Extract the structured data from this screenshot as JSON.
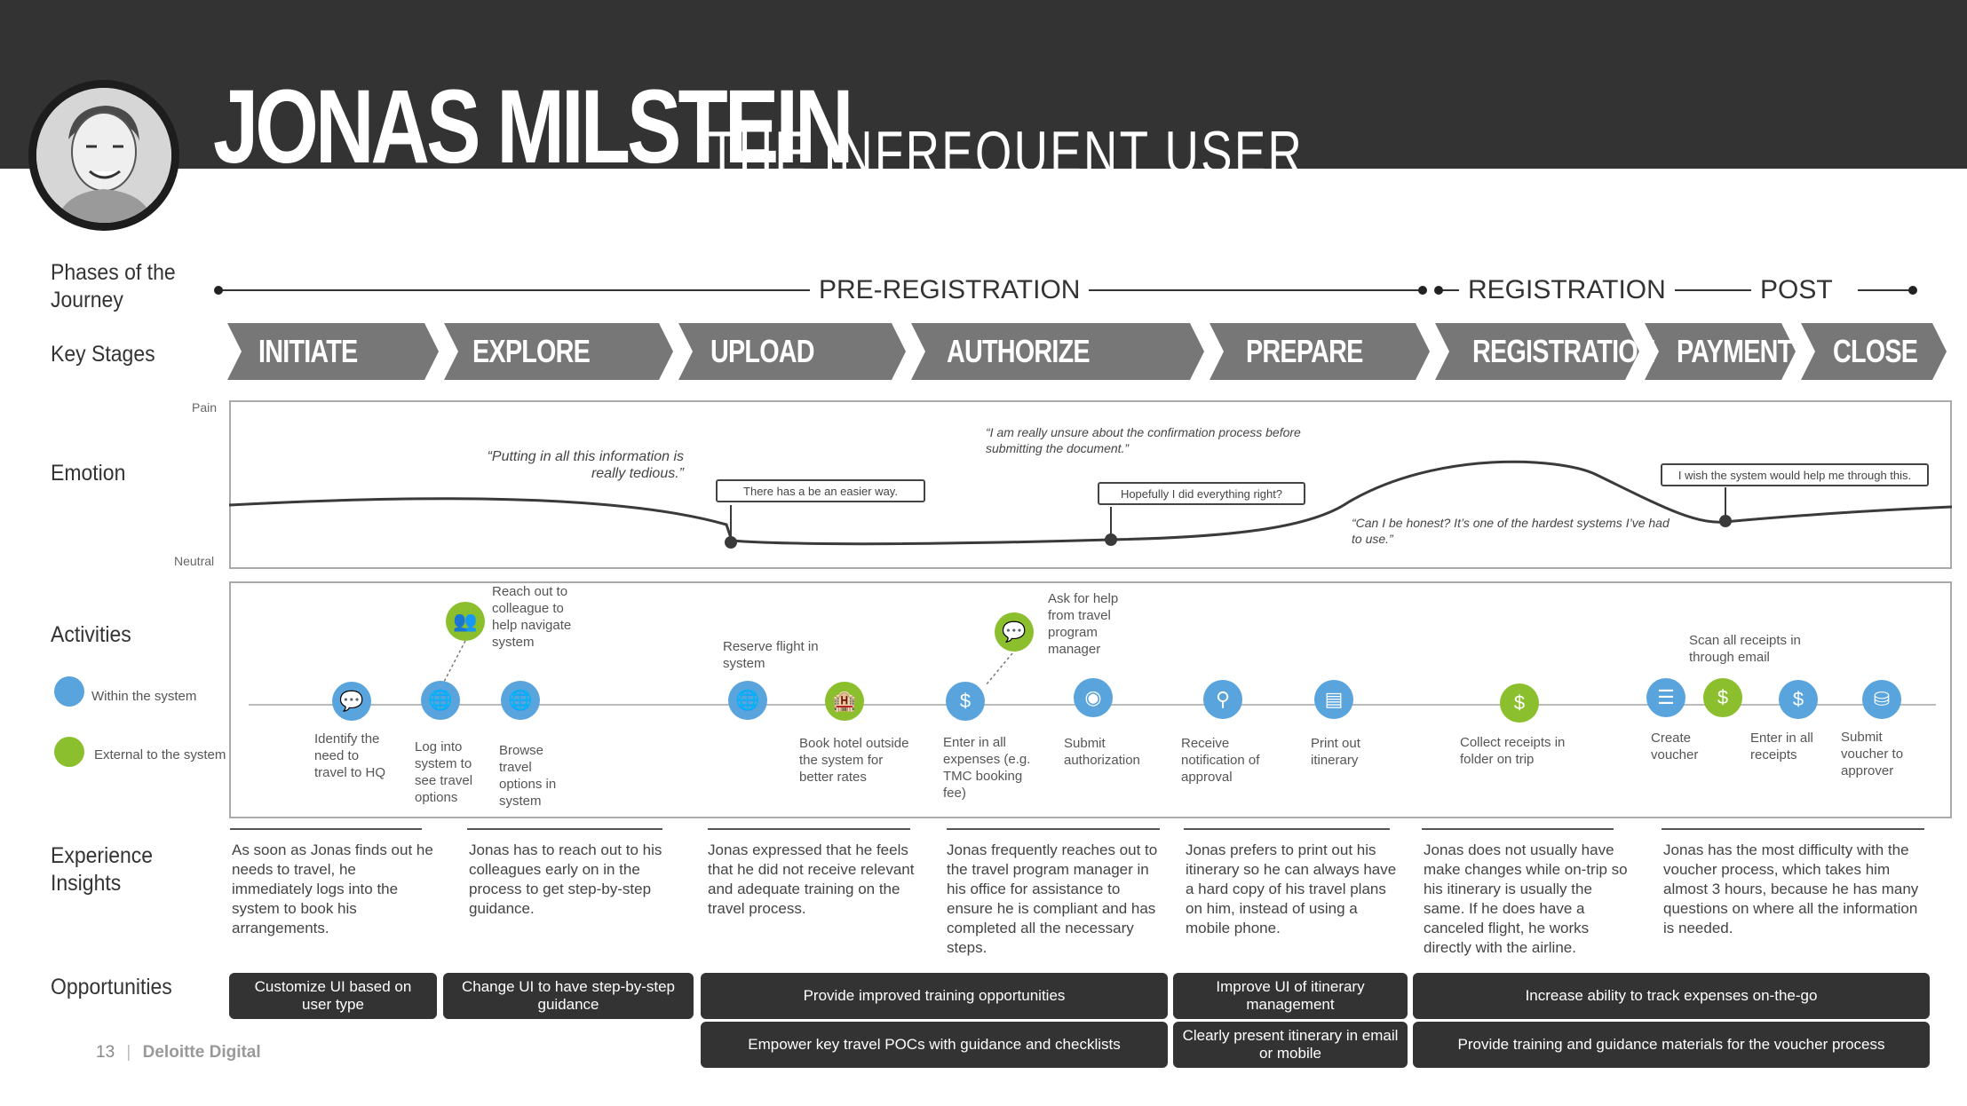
{
  "header": {
    "name": "JONAS MILSTEIN",
    "subtitle": "THE  INFREQUENT  USER"
  },
  "row_labels": {
    "phases": "Phases of the Journey",
    "stages": "Key Stages",
    "emotion": "Emotion",
    "activities": "Activities",
    "insights": "Experience Insights",
    "opportunities": "Opportunities"
  },
  "phases": [
    "PRE-REGISTRATION",
    "REGISTRATION",
    "POST"
  ],
  "stages": [
    "INITIATE",
    "EXPLORE",
    "UPLOAD",
    "AUTHORIZE",
    "PREPARE",
    "REGISTRATION",
    "PAYMENT",
    "CLOSE"
  ],
  "emotion": {
    "axis_top": "Pain",
    "axis_bottom": "Neutral",
    "quotes": [
      "“Putting in all this information is really tedious.”",
      "“I am really unsure about the confirmation process before submitting the document.”",
      "“Can I be honest? It’s one of the hardest systems I’ve had to use.”"
    ],
    "callouts": [
      "There has a be an easier way.",
      "Hopefully I did everything right?",
      "I wish the system would help me through this."
    ]
  },
  "legend": {
    "within": "Within the system",
    "external": "External to the system",
    "within_color": "#59a4dc",
    "external_color": "#8cbf2d"
  },
  "activities": [
    {
      "label": "Identify the need to travel to HQ",
      "type": "within",
      "icon": "chat-icon"
    },
    {
      "label": "Log into system to see travel options",
      "type": "within",
      "icon": "globe-icon"
    },
    {
      "label": "Reach out to colleague to help navigate system",
      "type": "external",
      "icon": "people-icon"
    },
    {
      "label": "Browse travel options in system",
      "type": "within",
      "icon": "globe-icon"
    },
    {
      "label": "Reserve flight in system",
      "type": "within",
      "icon": "globe-icon"
    },
    {
      "label": "Book hotel outside the system for better rates",
      "type": "external",
      "icon": "hotel-icon"
    },
    {
      "label": "Enter in all expenses (e.g. TMC booking fee)",
      "type": "within",
      "icon": "money-icon"
    },
    {
      "label": "Ask for help from travel program manager",
      "type": "external",
      "icon": "chat-icon"
    },
    {
      "label": "Submit authorization",
      "type": "within",
      "icon": "piggy-bank-icon"
    },
    {
      "label": "Receive notification of approval",
      "type": "within",
      "icon": "search-icon"
    },
    {
      "label": "Print out itinerary",
      "type": "within",
      "icon": "document-icon"
    },
    {
      "label": "Collect receipts in folder on trip",
      "type": "external",
      "icon": "money-icon"
    },
    {
      "label": "Create voucher",
      "type": "within",
      "icon": "list-icon"
    },
    {
      "label": "Scan all receipts in through email",
      "type": "external",
      "icon": "money-icon"
    },
    {
      "label": "Enter in all receipts",
      "type": "within",
      "icon": "money-icon"
    },
    {
      "label": "Submit voucher to approver",
      "type": "within",
      "icon": "lock-icon"
    }
  ],
  "insights": [
    "As soon as Jonas finds out he needs to travel, he immediately logs into the system to book his arrangements.",
    "Jonas has to reach out to his colleagues early on in the process to get step-by-step guidance.",
    "Jonas expressed that he feels that he did not receive relevant and adequate training on the travel process.",
    "Jonas frequently reaches out to the travel program manager in his office for assistance to ensure he is compliant and has completed all the necessary steps.",
    "Jonas prefers to print out his itinerary so he can always have a hard copy of his travel plans on him, instead of using a mobile phone.",
    "Jonas does not usually have make changes while on-trip so his itinerary is usually the same. If he does have a canceled flight, he works directly with the airline.",
    "Jonas has the most difficulty with the voucher process, which takes him almost 3 hours, because he has many questions on where all the information is needed."
  ],
  "opportunities": [
    "Customize UI based on user type",
    "Change UI to have step-by-step guidance",
    "Provide improved training opportunities",
    "Improve UI of itinerary management",
    "Increase ability to track expenses on-the-go",
    "Empower key travel POCs with guidance and checklists",
    "Clearly present itinerary in email or mobile",
    "Provide training and guidance materials for the voucher process"
  ],
  "footer": {
    "page": "13",
    "brand": "Deloitte Digital"
  },
  "colors": {
    "header_bg": "#333334",
    "stage_arrow": "#777777",
    "blue": "#59a4dc",
    "green": "#8cbf2d"
  }
}
